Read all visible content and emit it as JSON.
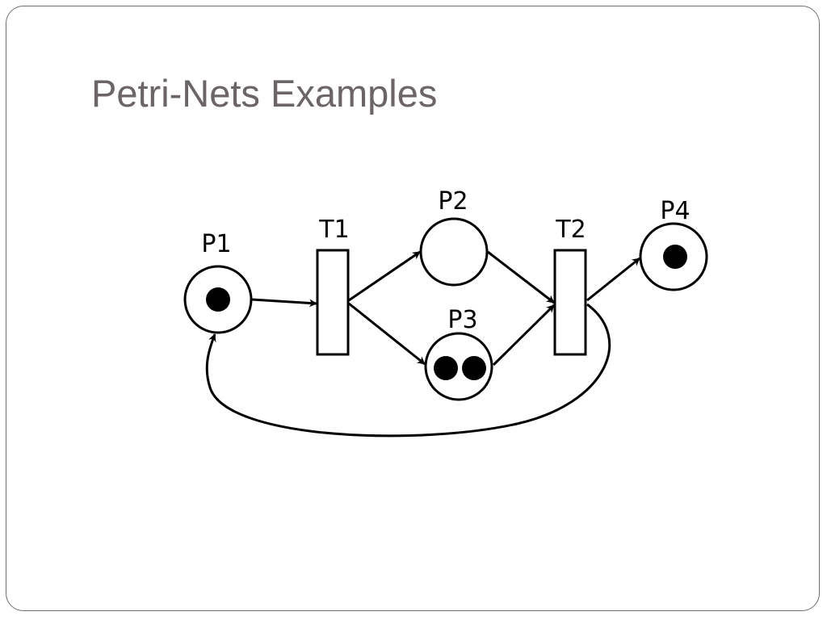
{
  "slide": {
    "title": "Petri-Nets Examples"
  },
  "diagram": {
    "places": [
      {
        "id": "P1",
        "label": "P1",
        "tokens": 1
      },
      {
        "id": "P2",
        "label": "P2",
        "tokens": 0
      },
      {
        "id": "P3",
        "label": "P3",
        "tokens": 2
      },
      {
        "id": "P4",
        "label": "P4",
        "tokens": 1
      }
    ],
    "transitions": [
      {
        "id": "T1",
        "label": "T1"
      },
      {
        "id": "T2",
        "label": "T2"
      }
    ],
    "arcs": [
      {
        "from": "P1",
        "to": "T1"
      },
      {
        "from": "T1",
        "to": "P2"
      },
      {
        "from": "T1",
        "to": "P3"
      },
      {
        "from": "P2",
        "to": "T2"
      },
      {
        "from": "P3",
        "to": "T2"
      },
      {
        "from": "T2",
        "to": "P4"
      },
      {
        "from": "T2",
        "to": "P1"
      }
    ]
  },
  "colors": {
    "title": "#6b6565",
    "frame": "#6f6f6f",
    "stroke": "#000000"
  }
}
